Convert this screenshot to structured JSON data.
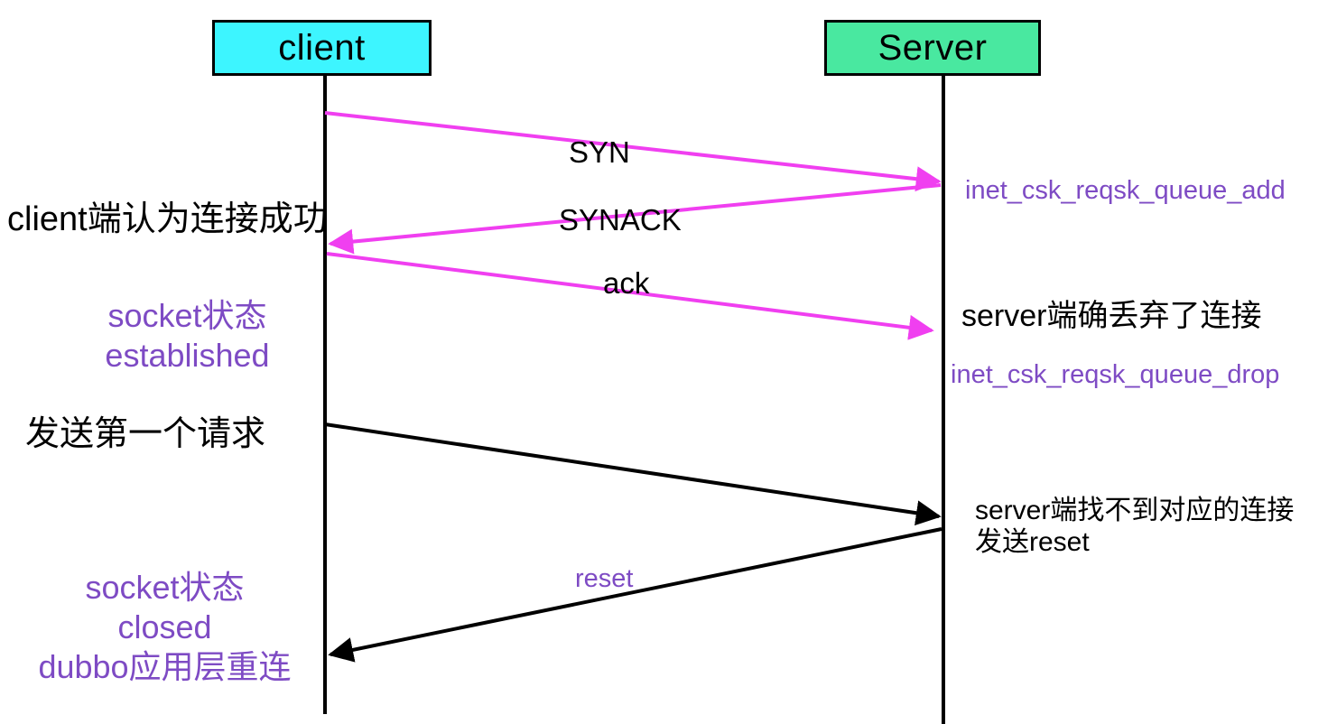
{
  "diagram": {
    "type": "sequence-diagram",
    "title": "TCP connection dropped by server and dubbo reconnect",
    "colors": {
      "client_box_fill": "#3DF5FF",
      "server_box_fill": "#49E8A0",
      "box_border": "#000000",
      "lifeline": "#000000",
      "handshake_arrow": "#F03FF0",
      "data_arrow": "#000000",
      "purple_text": "#7E4BC4",
      "black_text": "#000000",
      "background": "#FFFFFF"
    },
    "participants": [
      {
        "id": "client",
        "label": "client",
        "fill": "#3DF5FF"
      },
      {
        "id": "server",
        "label": "Server",
        "fill": "#49E8A0"
      }
    ],
    "messages": [
      {
        "id": "syn",
        "label": "SYN",
        "from": "client",
        "to": "server",
        "color": "#000000",
        "line_color": "#F03FF0"
      },
      {
        "id": "synack",
        "label": "SYNACK",
        "from": "server",
        "to": "client",
        "color": "#000000",
        "line_color": "#F03FF0"
      },
      {
        "id": "ack",
        "label": "ack",
        "from": "client",
        "to": "server",
        "color": "#000000",
        "line_color": "#F03FF0"
      },
      {
        "id": "request",
        "label": "",
        "from": "client",
        "to": "server",
        "color": "#000000",
        "line_color": "#000000"
      },
      {
        "id": "reset",
        "label": "reset",
        "from": "server",
        "to": "client",
        "color": "#7E4BC4",
        "line_color": "#000000"
      }
    ],
    "notes": {
      "client_connect_success": "client端认为连接成功",
      "socket_established": "socket状态\nestablished",
      "send_first_request": "发送第一个请求",
      "socket_closed": "socket状态\nclosed\ndubbo应用层重连",
      "inet_csk_reqsk_queue_add": "inet_csk_reqsk_queue_add",
      "server_dropped_connection": "server端确丢弃了连接",
      "inet_csk_reqsk_queue_drop": "inet_csk_reqsk_queue_drop",
      "server_no_connection_send_reset": "server端找不到对应的连接\n发送reset"
    }
  }
}
